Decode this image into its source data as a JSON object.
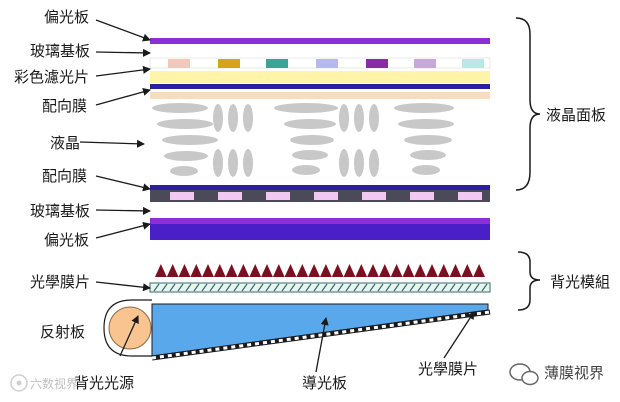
{
  "layers": {
    "polarizer_top": "偏光板",
    "glass_top": "玻璃基板",
    "color_filter": "彩色濾光片",
    "alignment_top": "配向膜",
    "liquid_crystal": "液晶",
    "alignment_bottom": "配向膜",
    "glass_bottom": "玻璃基板",
    "polarizer_bottom": "偏光板",
    "optical_film": "光學膜片",
    "reflector": "反射板",
    "light_source": "背光光源",
    "light_guide": "導光板",
    "optical_film_right": "光學膜片"
  },
  "groups": {
    "lcd_panel": "液晶面板",
    "backlight": "背光模組"
  },
  "watermark": {
    "left": "六数视界",
    "right": "薄膜视界"
  },
  "colors": {
    "polarizer": "#8b2fd8",
    "polarizer_bottom": "#4b1fc8",
    "glass_cells": [
      "#f2c8b8",
      "#d9a21c",
      "#3aa596",
      "#b8b8f0",
      "#8a2aa8",
      "#c8a8d8",
      "#b8e8e8"
    ],
    "filter_yellow": "#fff4a8",
    "filter_peach": "#f9dcc0",
    "alignment": "#2b1f9a",
    "crystal": "#c8c8c8",
    "tft_dark": "#4a4a58",
    "tft_pink": "#f0c8f0",
    "prism": "#7a1020",
    "light_guide": "#5aa8ec",
    "lamp": "#f9c490"
  }
}
